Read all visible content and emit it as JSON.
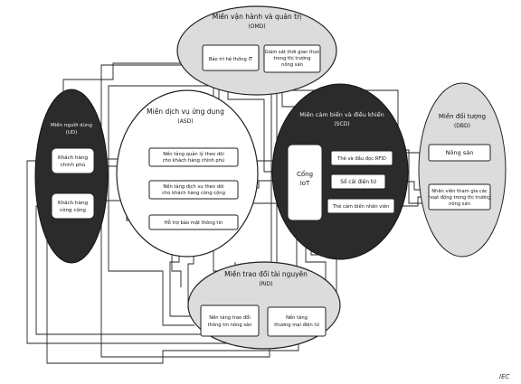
{
  "domains": {
    "omd": {
      "title": "Miền vận hành và quản trị",
      "abbr": "(OMD)"
    },
    "ud": {
      "title": "Miền người dùng",
      "abbr": "(UD)"
    },
    "asd": {
      "title": "Miền dịch vụ ứng dụng",
      "abbr": "(ASD)"
    },
    "scd": {
      "title": "Miền cảm biến và điều khiển",
      "abbr": "(SCD)"
    },
    "dbd": {
      "title": "Miền đối tượng",
      "abbr": "(DBD)"
    },
    "rid": {
      "title": "Miền trao đổi tài nguyên",
      "abbr": "(RID)"
    }
  },
  "boxes": {
    "omd_it": [
      "Bảo trì hệ thống IT"
    ],
    "omd_monitor": [
      "Giám sát thời gian thực",
      "trong thị trường",
      "nông sản"
    ],
    "ud_gov": [
      "Khách hàng",
      "chính phủ"
    ],
    "ud_public": [
      "Khách hàng",
      "công cộng"
    ],
    "asd_gov_platform": [
      "Nền tảng quản lý theo dõi",
      "cho khách hàng chính phủ"
    ],
    "asd_public_platform": [
      "Nền tảng dịch vụ theo dõi",
      "cho khách hàng công cộng"
    ],
    "asd_security": [
      "Hỗ trợ bảo mật thông tin"
    ],
    "scd_gateway": [
      "Cổng",
      "IoT"
    ],
    "scd_rfid": [
      "Thẻ và đầu đọc RFID"
    ],
    "scd_ledger": [
      "Sổ cái điện tử"
    ],
    "scd_sensor": [
      "Thẻ cảm biến nhân viên"
    ],
    "dbd_produce": [
      "Nông sản"
    ],
    "dbd_staff": [
      "Nhân viên tham gia các",
      "hoạt động trong thị trường",
      "nông sản"
    ],
    "rid_exchange": [
      "Nền tảng trao đổi",
      "thông tin nông sản"
    ],
    "rid_ecommerce": [
      "Nền tảng",
      "thương mại điện tử"
    ]
  },
  "credit": "IEC",
  "colors": {
    "dark_ellipse": "#2b2b2b",
    "light_ellipse": "#dcdcdc",
    "line": "#222222"
  }
}
